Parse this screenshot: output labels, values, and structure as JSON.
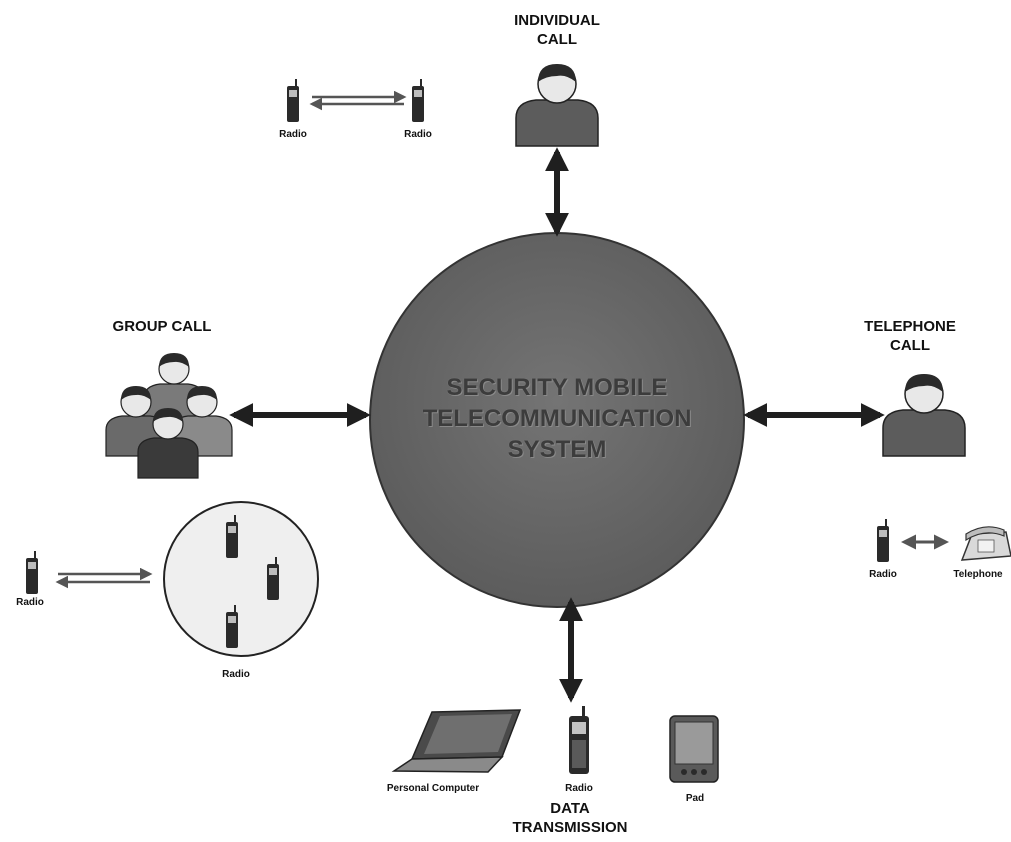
{
  "center": {
    "line1": "SECURITY MOBILE",
    "line2": "TELECOMMUNICATION",
    "line3": "SYSTEM"
  },
  "individual_call": {
    "title_line1": "INDIVIDUAL",
    "title_line2": "CALL",
    "device_left": "Radio",
    "device_right": "Radio"
  },
  "group_call": {
    "title": "GROUP CALL",
    "device_left": "Radio",
    "device_group": "Radio"
  },
  "telephone_call": {
    "title_line1": "TELEPHONE",
    "title_line2": "CALL",
    "device_left": "Radio",
    "device_right": "Telephone"
  },
  "data_transmission": {
    "title_line1": "DATA",
    "title_line2": "TRANSMISSION",
    "device_pc": "Personal Computer",
    "device_radio": "Radio",
    "device_pad": "Pad"
  },
  "colors": {
    "circle_fill": "#6b6b6b",
    "person_fill": "#5c5c5c",
    "arrow": "#1f1f1f"
  }
}
